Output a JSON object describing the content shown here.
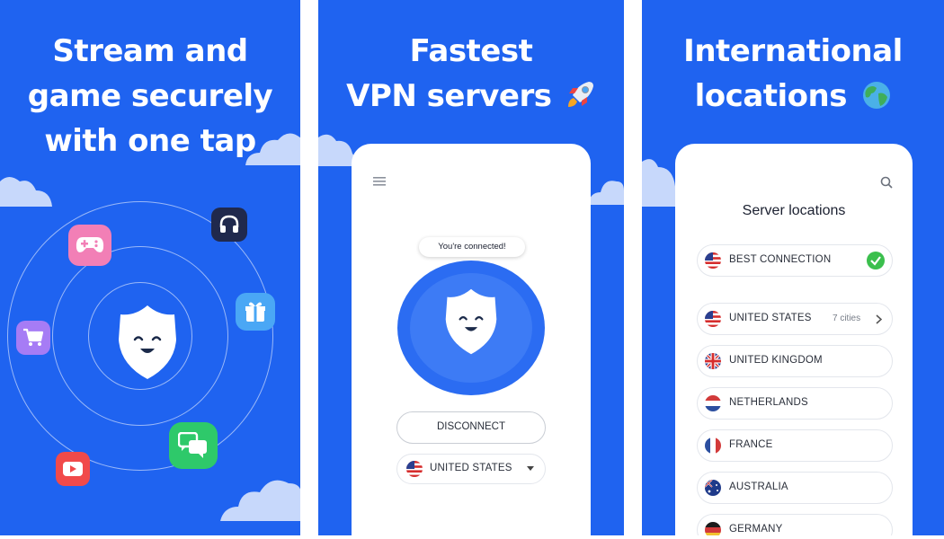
{
  "panel1": {
    "headline": [
      "Stream and",
      "game securely",
      "with one tap"
    ]
  },
  "panel2": {
    "headline": [
      "Fastest",
      "VPN servers"
    ],
    "headline_emoji": "rocket",
    "status_tooltip": "You're connected!",
    "disconnect_label": "DISCONNECT",
    "selected_country": "UNITED STATES"
  },
  "panel3": {
    "headline": [
      "International",
      "locations"
    ],
    "headline_emoji": "globe",
    "screen_title": "Server locations",
    "best_connection": "BEST CONNECTION",
    "locations": [
      {
        "name": "UNITED STATES",
        "flag": "us",
        "cities": "7 cities"
      },
      {
        "name": "UNITED KINGDOM",
        "flag": "uk",
        "cities": ""
      },
      {
        "name": "NETHERLANDS",
        "flag": "nl",
        "cities": ""
      },
      {
        "name": "FRANCE",
        "flag": "fr",
        "cities": ""
      },
      {
        "name": "AUSTRALIA",
        "flag": "au",
        "cities": ""
      },
      {
        "name": "GERMANY",
        "flag": "de",
        "cities": ""
      }
    ]
  },
  "colors": {
    "background_blue": "#1f63f0",
    "connect_ring": "#2b6cf2",
    "check_green": "#3bbf4d",
    "games_pink": "#f27fb6",
    "cart_purple": "#a67cf5",
    "gift_blue": "#4aa7f5",
    "chat_green": "#2ec96a",
    "video_red": "#f14a4a",
    "headphones_navy": "#20294d"
  },
  "icons": [
    "shield-mascot-icon",
    "gamepad-icon",
    "headphones-icon",
    "gift-icon",
    "cart-icon",
    "chat-icon",
    "play-video-icon",
    "menu-icon",
    "search-icon",
    "check-icon",
    "chevron-right-icon",
    "chevron-down-icon",
    "rocket-icon",
    "globe-icon"
  ]
}
